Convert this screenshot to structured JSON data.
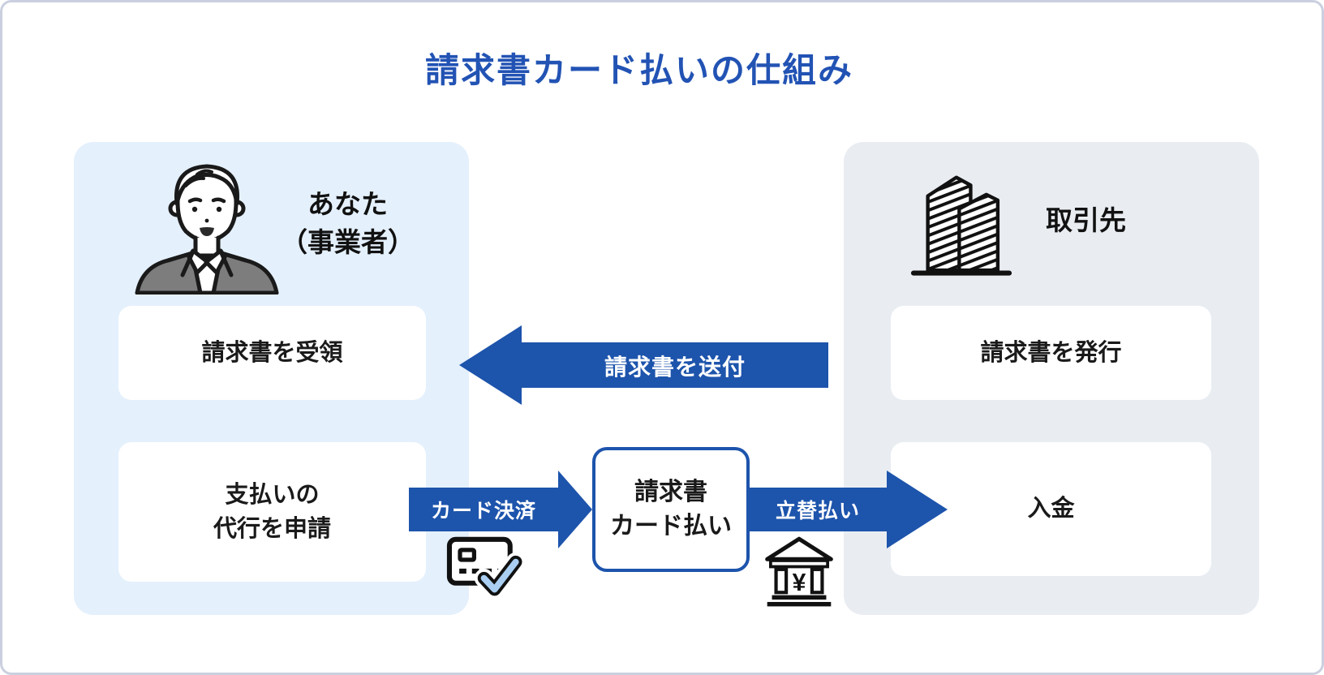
{
  "title": "請求書カード払いの仕組み",
  "colors": {
    "accent_blue": "#1D54AC",
    "title_blue": "#2253B4",
    "panel_left_bg": "#E4F0FC",
    "panel_right_bg": "#E9EDF2",
    "check_blue": "#A9CEF1",
    "suit_gray": "#7D7D7D"
  },
  "payer": {
    "actor_label": "あなた\n（事業者）",
    "steps": [
      {
        "label": "請求書を受領"
      },
      {
        "label": "支払いの\n代行を申請"
      }
    ]
  },
  "payee": {
    "actor_label": "取引先",
    "steps": [
      {
        "label": "請求書を発行"
      },
      {
        "label": "入金"
      }
    ]
  },
  "service_box": {
    "label": "請求書\nカード払い"
  },
  "arrows": {
    "send_invoice": {
      "label": "請求書を送付",
      "direction": "left"
    },
    "card_payment": {
      "label": "カード決済",
      "direction": "right"
    },
    "advance_payment": {
      "label": "立替払い",
      "direction": "right"
    }
  },
  "icons": {
    "person": "businessman-avatar",
    "buildings": "office-buildings",
    "card": "credit-card-with-check",
    "bank": "bank-with-yen",
    "bank_currency": "¥"
  }
}
